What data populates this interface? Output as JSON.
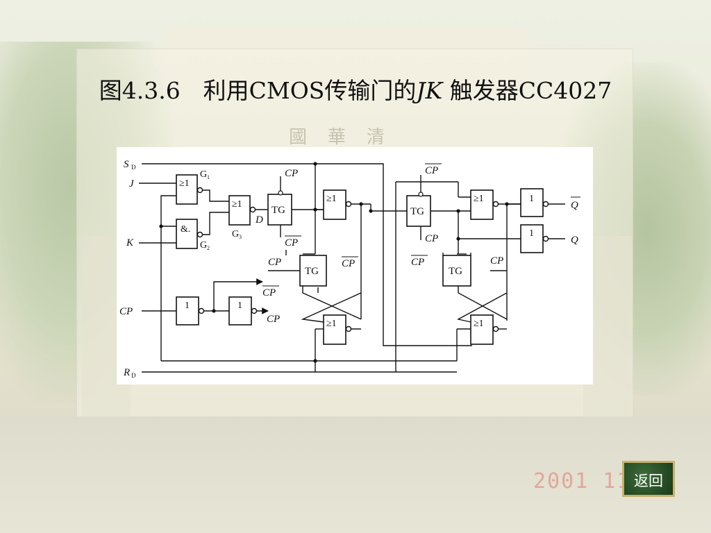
{
  "title": {
    "prefix": "图4.3.6　利用CMOS传输门的",
    "italic": "JK",
    "suffix": " 触发器CC4027"
  },
  "background": {
    "plaque_text": "國華清"
  },
  "diagram": {
    "inputs": {
      "sd": "S",
      "sd_sub": "D",
      "j": "J",
      "k": "K",
      "cp": "CP",
      "rd": "R",
      "rd_sub": "D"
    },
    "gates": {
      "nor_label": "≥1",
      "and_label": "&.",
      "not_label": "1",
      "tg_label": "TG"
    },
    "gate_names": {
      "g1": "G",
      "g1_sub": "1",
      "g2": "G",
      "g2_sub": "2",
      "g3": "G",
      "g3_sub": "3"
    },
    "node_d": "D",
    "clock_labels": {
      "cp": "CP",
      "cp_bar": "CP"
    },
    "outputs": {
      "q_bar": "Q",
      "q": "Q"
    }
  },
  "footer": {
    "date": "2001  11",
    "return_label": "返回"
  }
}
